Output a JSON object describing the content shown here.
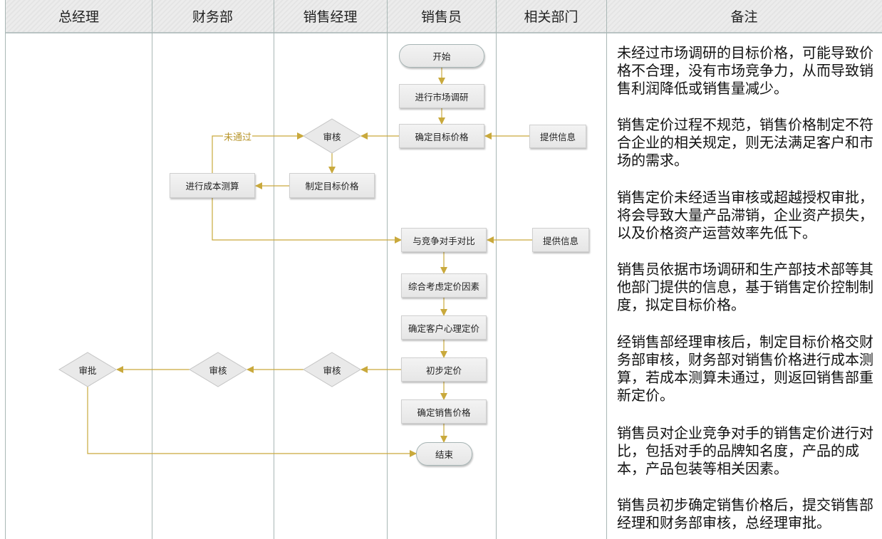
{
  "lanes": [
    "总经理",
    "财务部",
    "销售经理",
    "销售员",
    "相关部门",
    "备注"
  ],
  "nodes": {
    "start": "开始",
    "market_research": "进行市场调研",
    "set_target_price": "确定目标价格",
    "provide_info_1": "提供信息",
    "review_1": "审核",
    "make_target_price": "制定目标价格",
    "cost_calc": "进行成本测算",
    "compare_competitor": "与竞争对手对比",
    "provide_info_2": "提供信息",
    "consider_factors": "综合考虑定价因素",
    "customer_psych_price": "确定客户心理定价",
    "initial_pricing": "初步定价",
    "review_2": "审核",
    "review_3": "审核",
    "approve": "审批",
    "final_price": "确定销售价格",
    "end": "结束"
  },
  "edge_labels": {
    "not_passed": "未通过"
  },
  "notes": [
    "未经过市场调研的目标价格，可能导致价格不合理，没有市场竞争力，从而导致销售利润降低或销售量减少。",
    "销售定价过程不规范，销售价格制定不符合企业的相关规定，则无法满足客户和市场的需求。",
    "销售定价未经适当审核或超越授权审批，将会导致大量产品滞销，企业资产损失，以及价格资产运营效率先低下。",
    "销售员依据市场调研和生产部技术部等其他部门提供的信息，基于销售定价控制制度，拟定目标价格。",
    "经销售部经理审核后，制定目标价格交财务部审核，财务部对销售价格进行成本测算，若成本测算未通过，则返回销售部重新定价。",
    "销售员对企业竞争对手的销售定价进行对比，包括对手的品牌知名度，产品的成本，产品包装等相关因素。",
    "销售员初步确定销售价格后，提交销售部经理和财务部审核，总经理审批。"
  ],
  "colors": {
    "connector": "#c9a93c",
    "lane_border": "#a9b7b5"
  }
}
